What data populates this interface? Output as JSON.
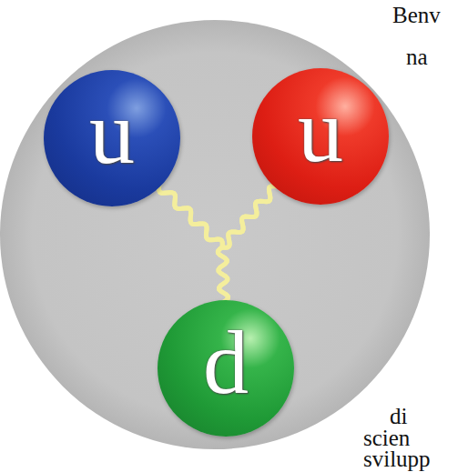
{
  "diagram": {
    "nodes": [
      {
        "text": [
          "u"
        ]
      },
      {
        "text": [
          "u"
        ]
      },
      {
        "text": [
          "d"
        ]
      }
    ],
    "edges": [
      {
        "from": 0,
        "to": 1,
        "arrow": "none"
      },
      {
        "from": 0,
        "to": 2,
        "arrow": "none"
      },
      {
        "from": 1,
        "to": 2,
        "arrow": "none"
      }
    ],
    "labels": [
      "Benv",
      "na",
      "di",
      "scien",
      "svilupp"
    ]
  }
}
